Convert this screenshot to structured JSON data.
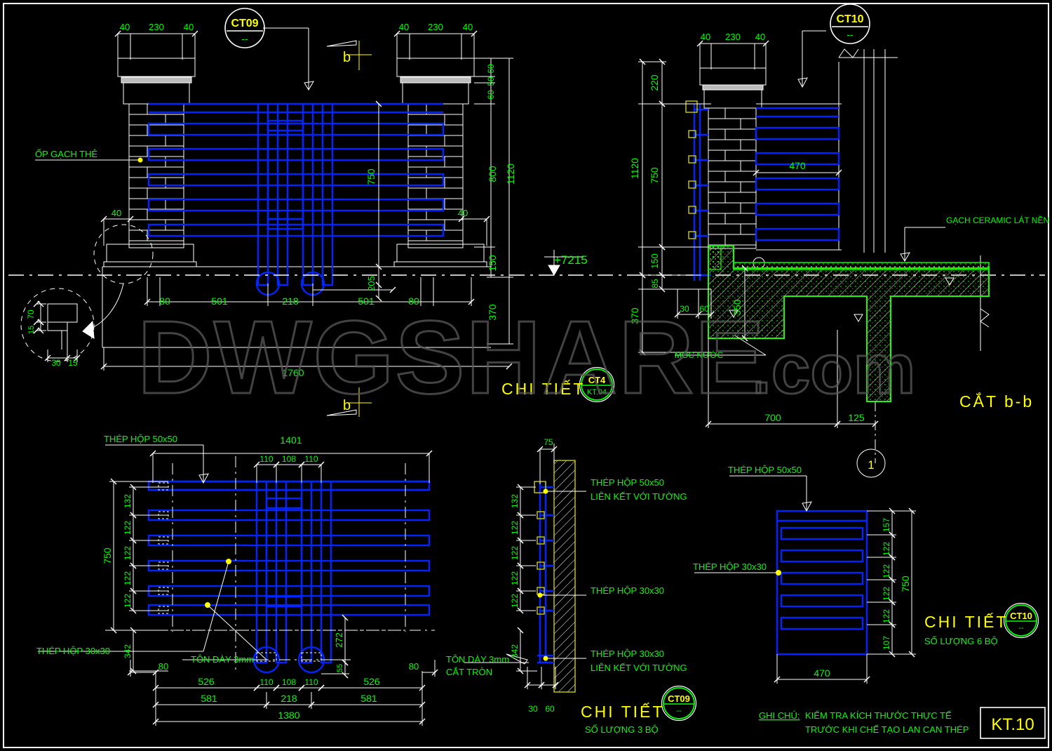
{
  "sheet": {
    "title_block": "KT.10",
    "watermark_main": "DWGSHARE",
    "watermark_suffix": ".com",
    "border_color": "#ffffff",
    "dim_color": "#00ff00",
    "steel_color": "#0026ff",
    "title_color": "#ffff00",
    "concrete_color": "#00ff00",
    "brick_color": "#ffffff"
  },
  "views": {
    "elevation_front": {
      "title": "CHI TIẾT",
      "callout": {
        "top": "CT4",
        "bottom": "KT.04"
      },
      "top_callout": {
        "top": "CT09",
        "bottom": "--"
      },
      "section_mark": "b",
      "label_brick": "ỐP GẠCH THẺ",
      "level_mark": "+7215",
      "dims_top": [
        "40",
        "230",
        "40"
      ],
      "dims_right": [
        "60",
        "50",
        "60",
        "800",
        "1120",
        "150",
        "370"
      ],
      "dim_inner_height": "750",
      "dim_post_height": "205",
      "dim_left_offset": "40",
      "dim_right_offset": "40",
      "dims_bottom": [
        "80",
        "501",
        "218",
        "501",
        "80"
      ],
      "dim_overall": "1760",
      "detail_bubble_dims": [
        "15",
        "70",
        "15",
        "30",
        "15"
      ]
    },
    "section_bb": {
      "title": "CẮT b-b",
      "callout": {
        "top": "CT10",
        "bottom": "--"
      },
      "bubble_number": "1",
      "dims_top": [
        "40",
        "230",
        "40"
      ],
      "dims_left": [
        "220",
        "1120",
        "750",
        "150",
        "85",
        "370"
      ],
      "dim_rail_width": "470",
      "dim_slab": "350",
      "dims_bottom": [
        "700",
        "125"
      ],
      "dims_small": [
        "30",
        "60"
      ],
      "label_floor": "GẠCH CERAMIC LÁT NỀN",
      "label_drip": "MÓC NƯỚC"
    },
    "plan_rail": {
      "label_tube_50": "THÉP HỘP 50x50",
      "label_tube_30": "THÉP HỘP 30x30",
      "label_sheet": "TÔN DÀY 3mm",
      "dim_overall_top": "1401",
      "dims_top_mid": [
        "110",
        "108",
        "110"
      ],
      "dims_left": [
        "132",
        "122",
        "122",
        "122",
        "122",
        "342"
      ],
      "dim_left_total": "750",
      "dim_right_depth": "272",
      "dim_right_small": "55",
      "dims_bottom1": [
        "80",
        "526",
        "110",
        "108",
        "110",
        "526",
        "80"
      ],
      "dims_bottom2": [
        "581",
        "218",
        "581"
      ],
      "dim_overall_bottom": "1380"
    },
    "detail_ct09": {
      "title": "CHI TIẾT",
      "quantity": "SỐ LƯỢNG 3 BỘ",
      "callout": {
        "top": "CT09",
        "bottom": "--"
      },
      "dim_top": "75",
      "dims_left": [
        "132",
        "122",
        "122",
        "122",
        "122",
        "342"
      ],
      "dims_bottom": [
        "30",
        "60"
      ],
      "label_top": "THÉP HỘP 50x50",
      "label_top2": "LIÊN KẾT VỚI TƯỜNG",
      "label_mid": "THÉP HỘP 30x30",
      "label_bot": "THÉP HỘP 30x30",
      "label_bot2": "LIÊN KẾT VỚI TƯỜNG",
      "label_sheet": "TÔN DÀY 3mm",
      "label_sheet2": "CẮT TRÒN"
    },
    "detail_ct10": {
      "title": "CHI TIẾT",
      "quantity": "SỐ LƯỢNG 6 BỘ",
      "callout": {
        "top": "CT10",
        "bottom": "--"
      },
      "label_tube_50": "THÉP HỘP 50x50",
      "label_tube_30": "THÉP HỘP 30x30",
      "dims_right": [
        "157",
        "122",
        "122",
        "122",
        "122",
        "107"
      ],
      "dim_total": "750",
      "dim_width": "470"
    },
    "note": {
      "prefix": "GHI CHÚ:",
      "line1": "KIỂM TRA KÍCH THƯỚC THỰC TẾ",
      "line2": "TRƯỚC KHI CHẾ TẠO LAN CAN THÉP"
    }
  }
}
